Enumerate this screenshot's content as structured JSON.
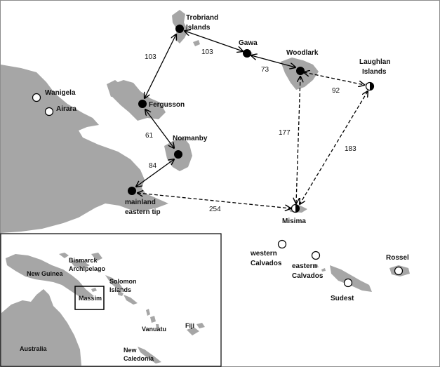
{
  "sites": {
    "trobriand": {
      "label_lines": [
        "Trobriand",
        "Islands"
      ],
      "status": "filled"
    },
    "gawa": {
      "label_lines": [
        "Gawa"
      ],
      "status": "filled"
    },
    "woodlark": {
      "label_lines": [
        "Woodlark"
      ],
      "status": "filled"
    },
    "laughlan": {
      "label_lines": [
        "Laughlan",
        "Islands"
      ],
      "status": "half"
    },
    "fergusson": {
      "label_lines": [
        "Fergusson"
      ],
      "status": "filled"
    },
    "normanby": {
      "label_lines": [
        "Normanby"
      ],
      "status": "filled"
    },
    "mainland": {
      "label_lines": [
        "mainland",
        "eastern tip"
      ],
      "status": "filled"
    },
    "misima": {
      "label_lines": [
        "Misima"
      ],
      "status": "half"
    },
    "wanigela": {
      "label_lines": [
        "Wanigela"
      ],
      "status": "open"
    },
    "airara": {
      "label_lines": [
        "Airara"
      ],
      "status": "open"
    },
    "western_calvados": {
      "label_lines": [
        "western",
        "Calvados"
      ],
      "status": "open"
    },
    "eastern_calvados": {
      "label_lines": [
        "eastern",
        "Calvados"
      ],
      "status": "open"
    },
    "sudest": {
      "label_lines": [
        "Sudest"
      ],
      "status": "open"
    },
    "rossel": {
      "label_lines": [
        "Rossel"
      ],
      "status": "open"
    }
  },
  "routes": [
    {
      "from": "trobriand",
      "to": "fergusson",
      "distance": "103",
      "style": "solid"
    },
    {
      "from": "trobriand",
      "to": "gawa",
      "distance": "103",
      "style": "solid"
    },
    {
      "from": "gawa",
      "to": "woodlark",
      "distance": "73",
      "style": "solid"
    },
    {
      "from": "fergusson",
      "to": "normanby",
      "distance": "61",
      "style": "solid"
    },
    {
      "from": "normanby",
      "to": "mainland",
      "distance": "84",
      "style": "solid"
    },
    {
      "from": "woodlark",
      "to": "laughlan",
      "distance": "92",
      "style": "dashed"
    },
    {
      "from": "woodlark",
      "to": "misima",
      "distance": "177",
      "style": "dashed"
    },
    {
      "from": "laughlan",
      "to": "misima",
      "distance": "183",
      "style": "dashed"
    },
    {
      "from": "mainland",
      "to": "misima",
      "distance": "254",
      "style": "dashed"
    }
  ],
  "inset": {
    "labels": {
      "new_guinea": "New Guinea",
      "bismarck_1": "Bismarck",
      "bismarck_2": "Archipelago",
      "solomon_1": "Solomon",
      "solomon_2": "Islands",
      "massim": "Massim",
      "vanuatu": "Vanuatu",
      "fiji": "Fiji",
      "australia": "Australia",
      "new_caledonia_1": "New",
      "new_caledonia_2": "Caledonia"
    }
  },
  "colors": {
    "land": "#a6a6a6",
    "marker": "#000000",
    "background": "#ffffff"
  }
}
